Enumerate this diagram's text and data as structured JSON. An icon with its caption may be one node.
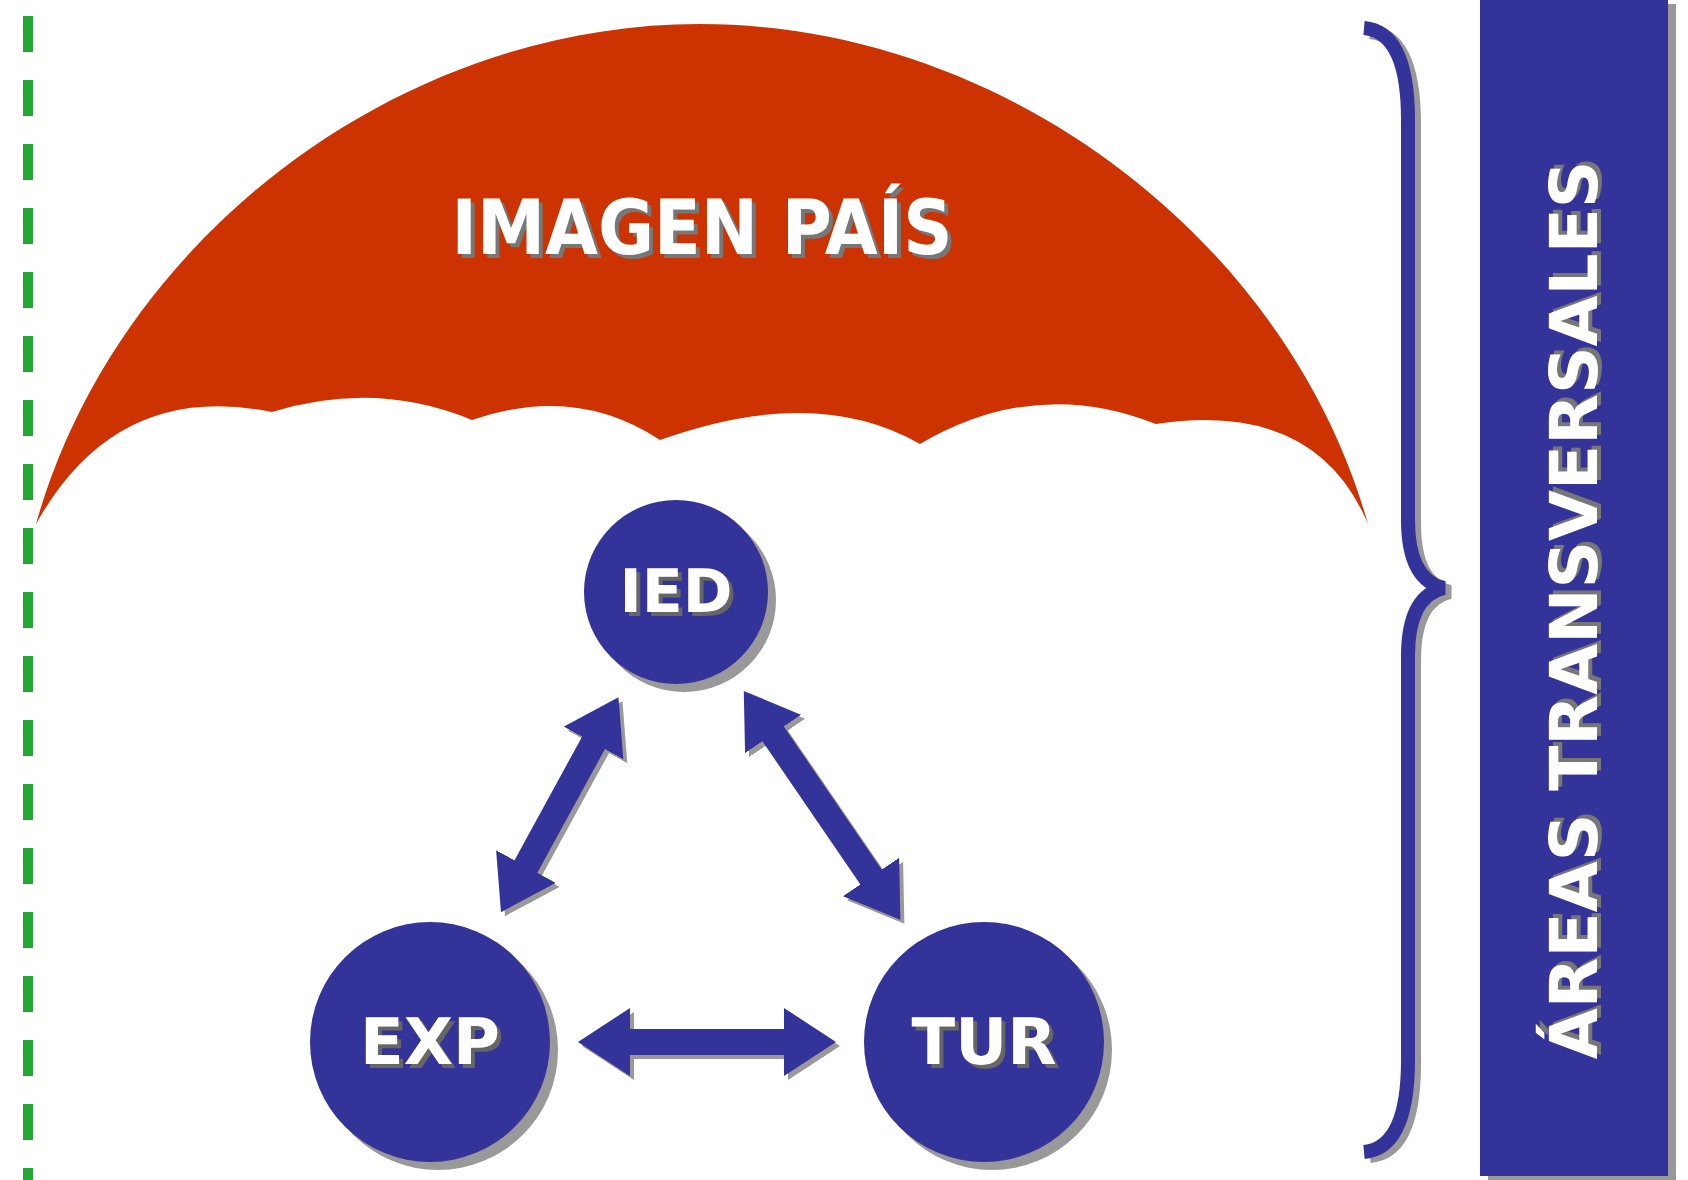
{
  "diagram": {
    "nodes": [
      {
        "text": [
          "IMAGEN PAÍS"
        ]
      },
      {
        "text": [
          "IED"
        ]
      },
      {
        "text": [
          "EXP"
        ]
      },
      {
        "text": [
          "TUR"
        ]
      },
      {
        "text": [
          "ÁREAS TRANSVERSALES"
        ]
      }
    ],
    "edges": [
      {
        "from": 1,
        "to": 2,
        "arrow": "both"
      },
      {
        "from": 1,
        "to": 3,
        "arrow": "both"
      },
      {
        "from": 2,
        "to": 3,
        "arrow": "both"
      }
    ]
  }
}
